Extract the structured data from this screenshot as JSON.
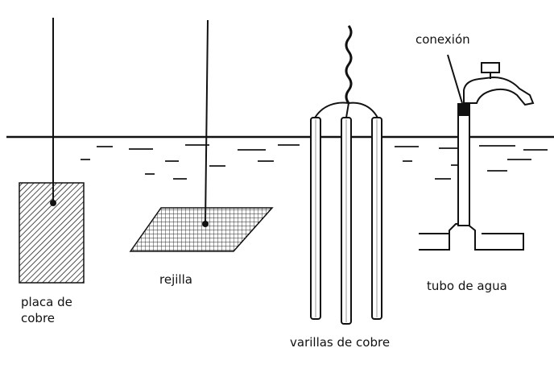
{
  "labels": {
    "copper_plate_line1": "placa de",
    "copper_plate_line2": "cobre",
    "grid": "rejilla",
    "copper_rods": "varillas de cobre",
    "connection": "conexión",
    "water_pipe": "tubo de agua"
  }
}
